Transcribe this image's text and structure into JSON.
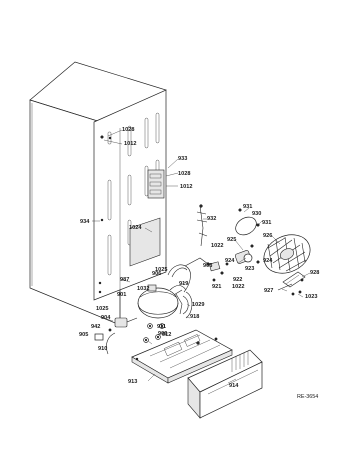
{
  "diagram": {
    "reference_code": "RE-3654",
    "part_labels": {
      "p1028a": "1028",
      "p1012a": "1012",
      "p933": "933",
      "p1028b": "1028",
      "p1012b": "1012",
      "p934": "934",
      "p932": "932",
      "p931a": "931",
      "p930": "930",
      "p931b": "931",
      "p1024": "1024",
      "p926": "926",
      "p925": "925",
      "p1022a": "1022",
      "p924a": "924",
      "p923": "923",
      "p924b": "924",
      "p928": "928",
      "p906": "906",
      "p1025a": "1025",
      "p908": "908",
      "p919": "919",
      "p921": "921",
      "p922": "922",
      "p1022b": "1022",
      "p987": "987",
      "p1032": "1032",
      "p901": "901",
      "p1029": "1029",
      "p927": "927",
      "p1023": "1023",
      "p1025b": "1025",
      "p904": "904",
      "p918": "918",
      "p942": "942",
      "p911": "911",
      "p909": "909",
      "p905": "905",
      "p912": "912",
      "p910": "910",
      "p913": "913",
      "p914": "914"
    }
  }
}
